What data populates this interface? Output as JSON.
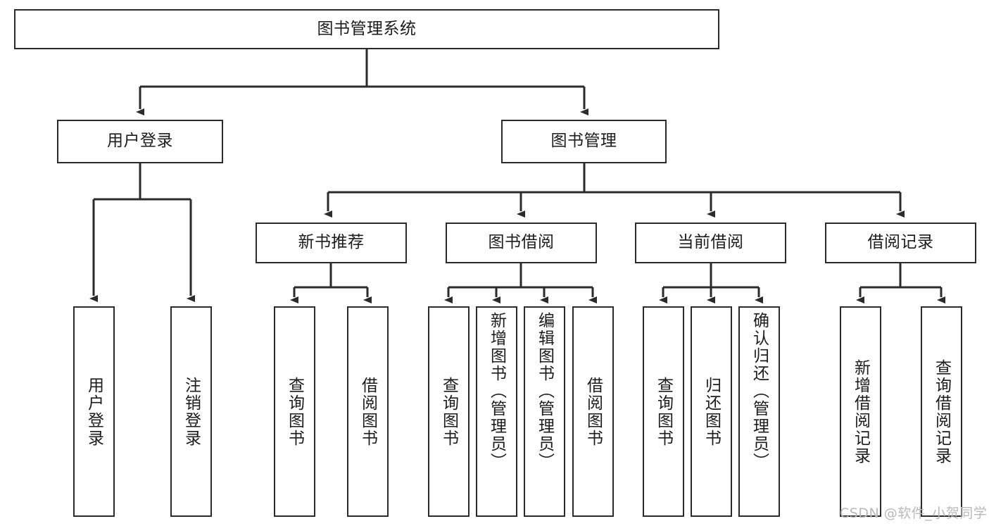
{
  "diagram": {
    "title": "图书管理系统",
    "type": "tree",
    "colors": {
      "stroke": "#2b2b2b",
      "fill": "#ffffff",
      "text": "#1c1c1c",
      "watermark": "#b9b9b9"
    },
    "root": {
      "label": "图书管理系统"
    },
    "level2": [
      {
        "label": "用户登录"
      },
      {
        "label": "图书管理"
      }
    ],
    "level3": [
      {
        "label": "新书推荐"
      },
      {
        "label": "图书借阅"
      },
      {
        "label": "当前借阅"
      },
      {
        "label": "借阅记录"
      }
    ],
    "leaves": {
      "user_login": [
        {
          "label": "用户登录"
        },
        {
          "label": "注销登录"
        }
      ],
      "new_book": [
        {
          "label": "查询图书"
        },
        {
          "label": "借阅图书"
        }
      ],
      "borrow_book": [
        {
          "label": "查询图书"
        },
        {
          "label": "新增图书（管理员）"
        },
        {
          "label": "编辑图书（管理员）"
        },
        {
          "label": "借阅图书"
        }
      ],
      "current_borrow": [
        {
          "label": "查询图书"
        },
        {
          "label": "归还图书"
        },
        {
          "label": "确认归还（管理员）"
        }
      ],
      "borrow_record": [
        {
          "label": "新增借阅记录"
        },
        {
          "label": "查询借阅记录"
        }
      ]
    }
  },
  "watermark": {
    "text": "CSDN @软件_小贺同学"
  }
}
